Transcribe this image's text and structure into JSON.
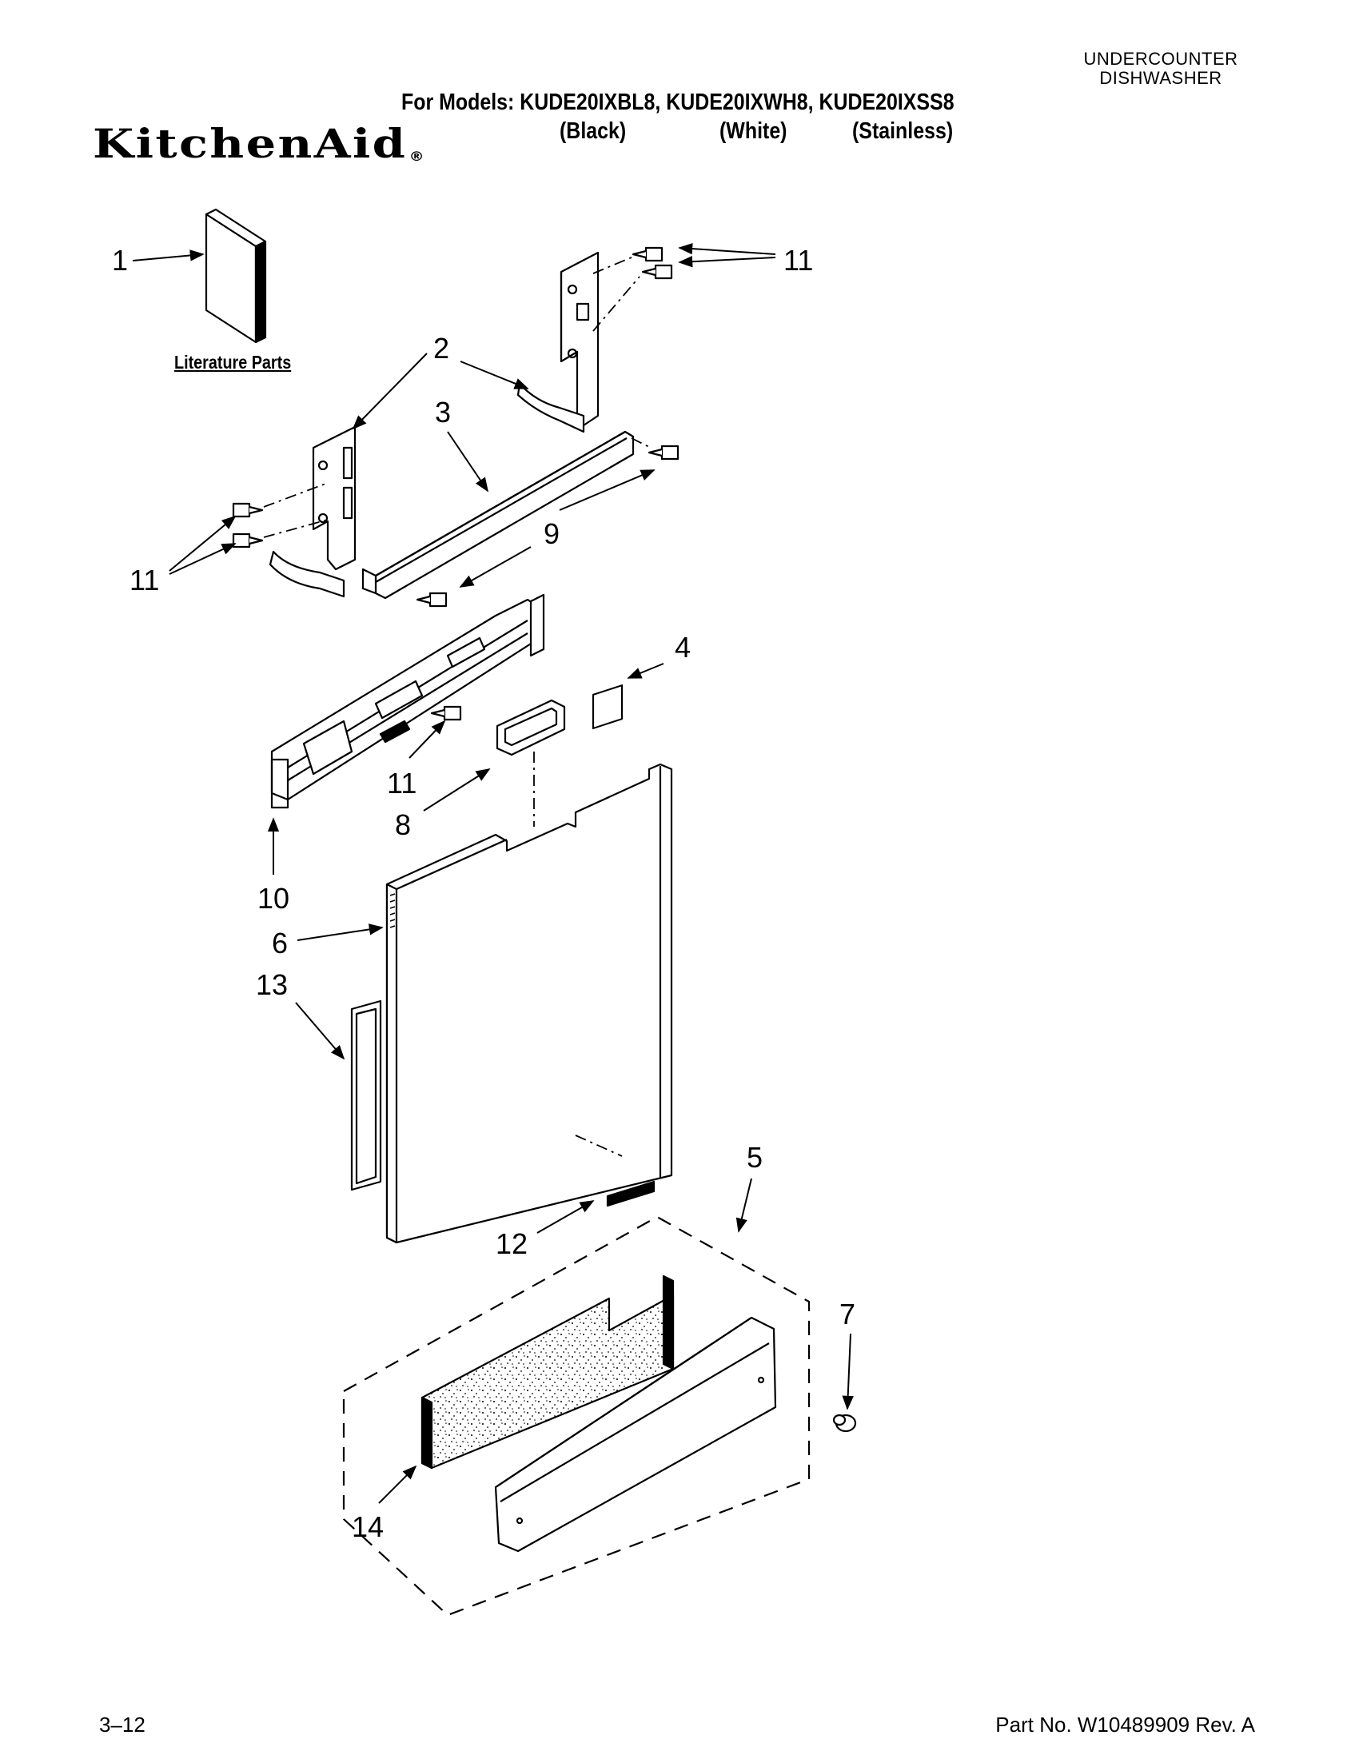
{
  "header": {
    "category_line1": "UNDERCOUNTER",
    "category_line2": "DISHWASHER",
    "models_label": "For Models: KUDE20IXBL8, KUDE20IXWH8, KUDE20IXSS8",
    "variants": [
      "(Black)",
      "(White)",
      "(Stainless)"
    ],
    "brand": "KitchenAid",
    "registered": "®"
  },
  "literature_label": "Literature Parts",
  "callouts": [
    "1",
    "2",
    "3",
    "4",
    "5",
    "6",
    "7",
    "8",
    "9",
    "10",
    "11",
    "11",
    "11",
    "12",
    "13",
    "14"
  ],
  "footer": {
    "page": "3–12",
    "part_no": "Part No. W10489909 Rev. A"
  }
}
